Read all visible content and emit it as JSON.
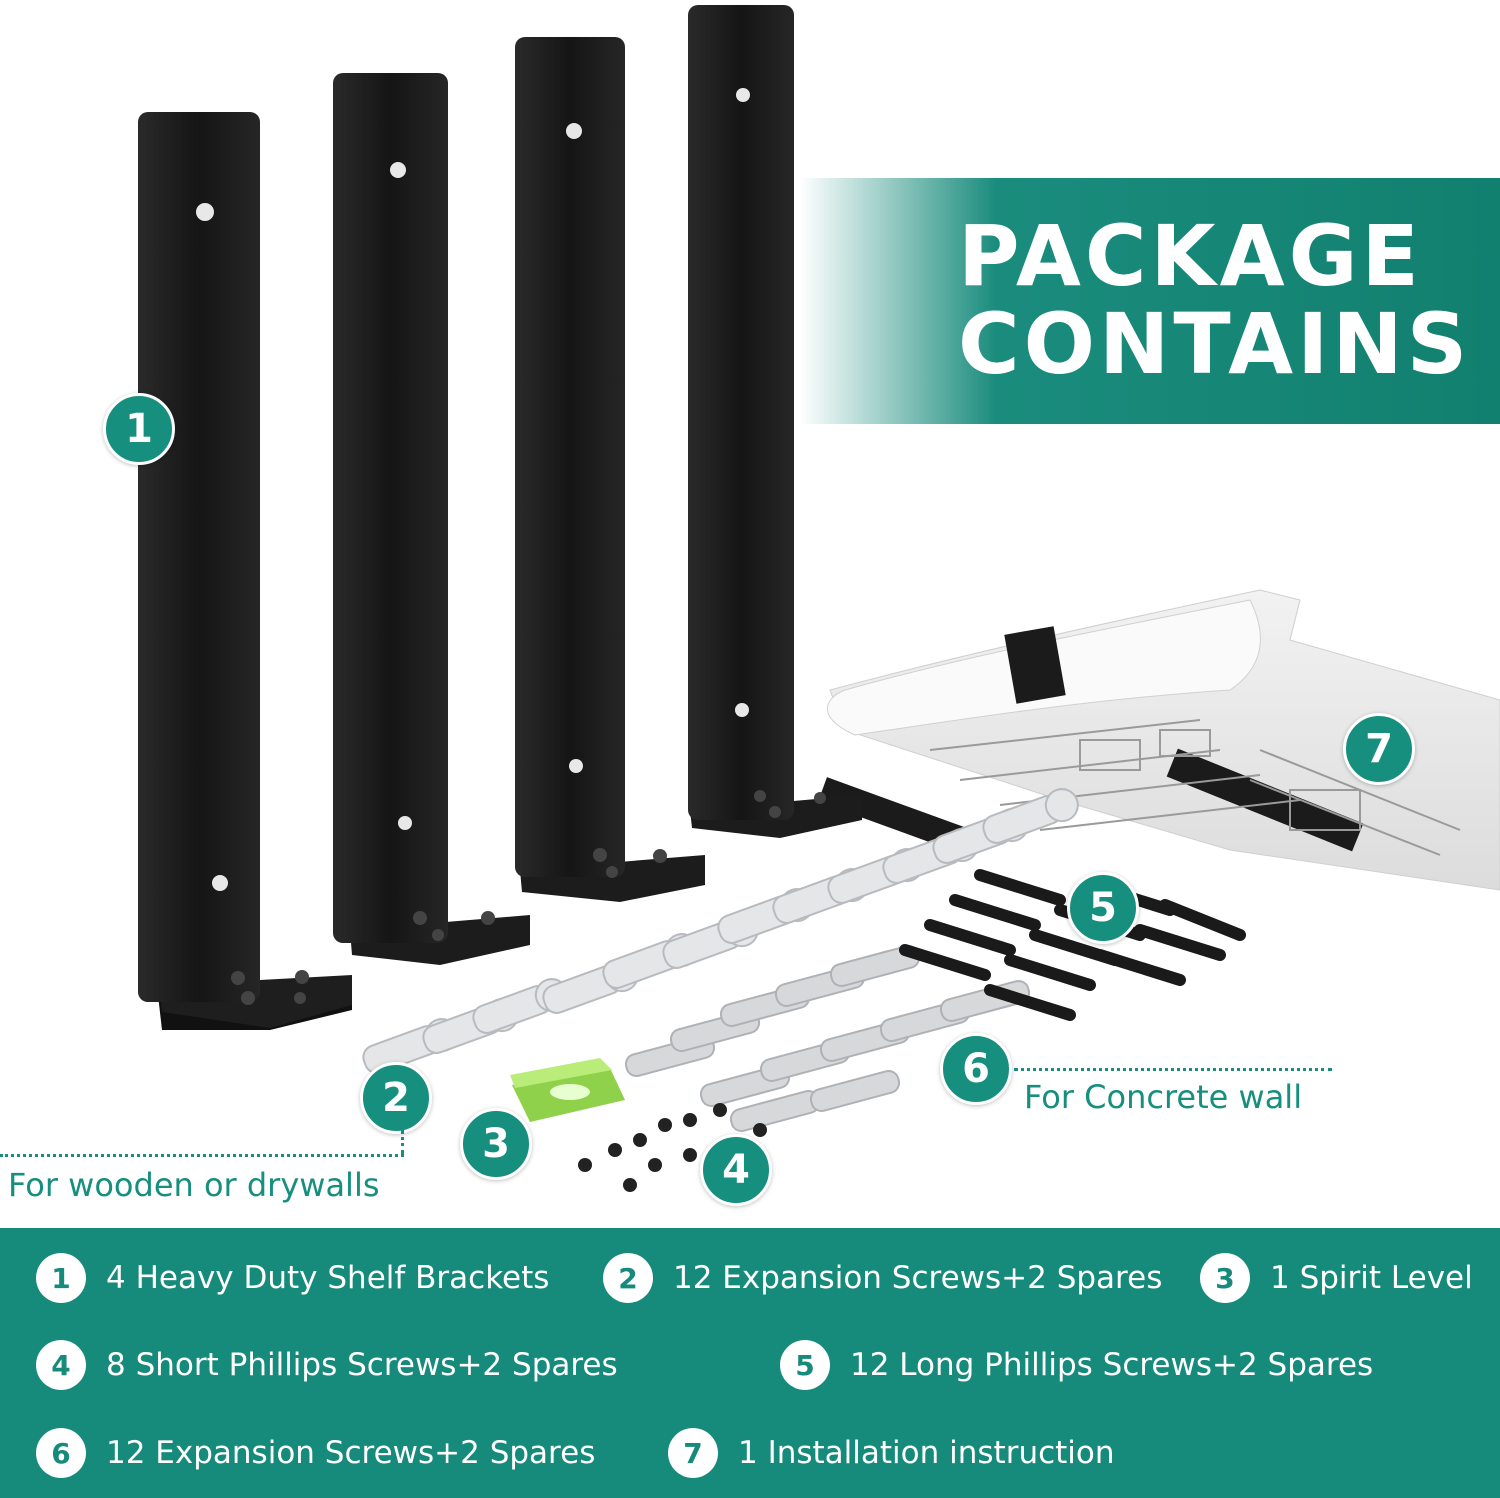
{
  "banner": {
    "line1": "PACKAGE",
    "line2": "CONTAINS"
  },
  "callouts": [
    "1",
    "2",
    "3",
    "4",
    "5",
    "6",
    "7"
  ],
  "notes": {
    "wood": "For wooden or drywalls",
    "concrete": "For Concrete wall"
  },
  "legend": [
    {
      "num": "1",
      "text": "4 Heavy Duty Shelf Brackets"
    },
    {
      "num": "2",
      "text": "12 Expansion Screws+2 Spares"
    },
    {
      "num": "3",
      "text": "1 Spirit Level"
    },
    {
      "num": "4",
      "text": "8 Short Phillips Screws+2 Spares"
    },
    {
      "num": "5",
      "text": "12 Long Phillips Screws+2 Spares"
    },
    {
      "num": "6",
      "text": "12 Expansion Screws+2 Spares"
    },
    {
      "num": "7",
      "text": "1 Installation instruction"
    }
  ],
  "colors": {
    "teal": "#168a7b",
    "bracket": "#1b1b1b",
    "white": "#ffffff"
  }
}
